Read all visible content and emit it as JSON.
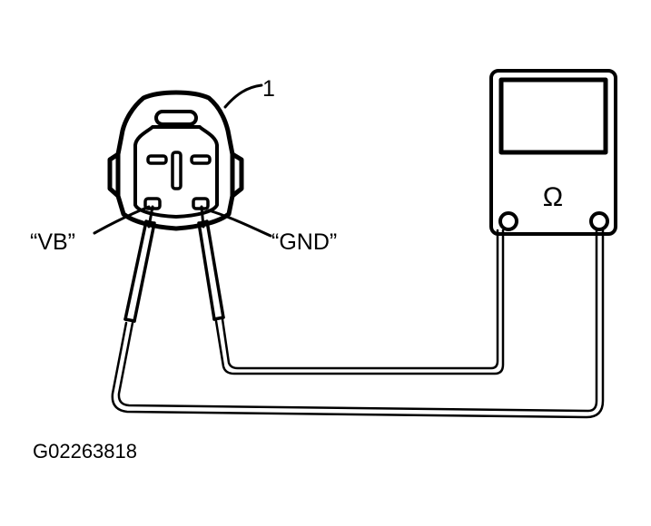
{
  "labels": {
    "callout": "1",
    "vb": "“VB”",
    "gnd": "“GND”",
    "meter_symbol": "Ω",
    "figure_id": "G02263818"
  }
}
